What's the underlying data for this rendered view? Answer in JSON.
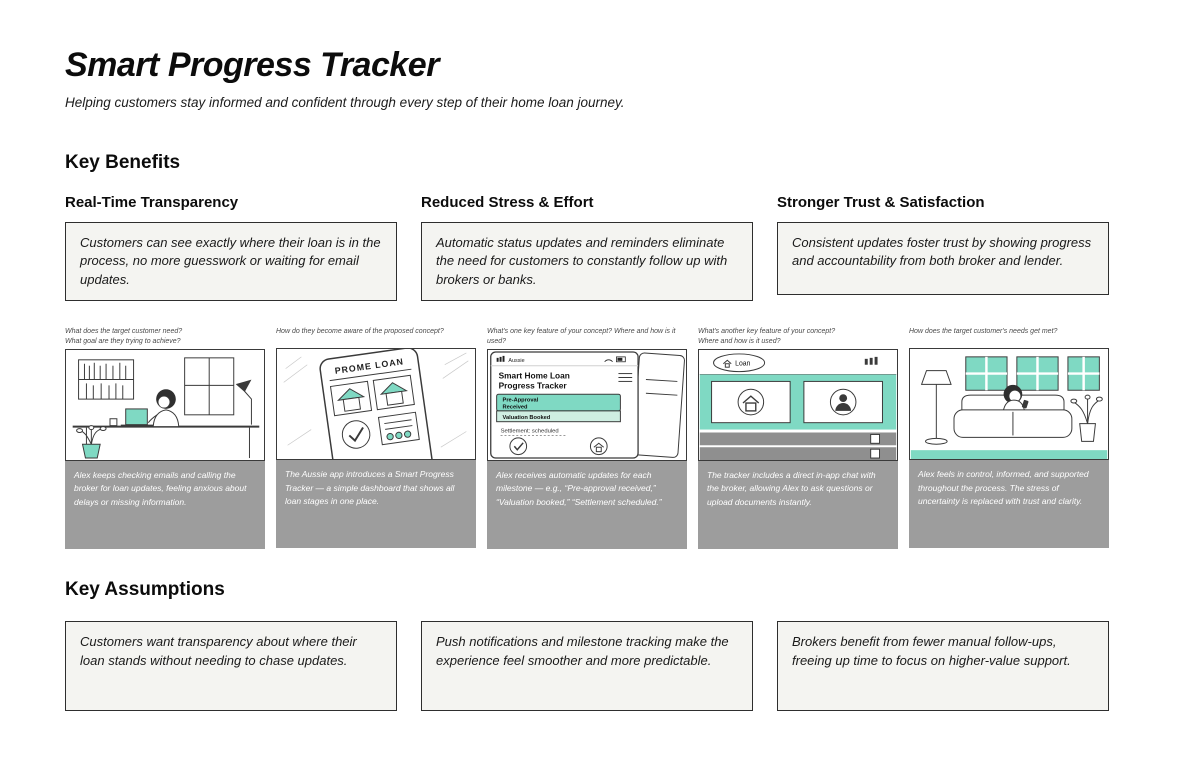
{
  "page": {
    "title": "Smart Progress Tracker",
    "subtitle": "Helping customers stay informed and confident through every step of their home loan journey."
  },
  "colors": {
    "accent_teal": "#7fd9c3",
    "caption_gray": "#9d9d9d"
  },
  "key_benefits": {
    "heading": "Key Benefits",
    "items": [
      {
        "title": "Real-Time Transparency",
        "text": "Customers can see exactly where their loan is in the process, no more guesswork or waiting for email updates."
      },
      {
        "title": "Reduced Stress & Effort",
        "text": "Automatic status updates and reminders eliminate the need for customers to constantly follow up with brokers or banks."
      },
      {
        "title": "Stronger Trust & Satisfaction",
        "text": "Consistent updates foster trust by showing progress and accountability from both broker and lender."
      }
    ]
  },
  "storyboard": {
    "panels": [
      {
        "question": "What does the target customer need?\nWhat goal are they trying to achieve?",
        "caption": "Alex keeps checking emails and calling the broker for loan updates, feeling anxious about delays or missing information."
      },
      {
        "question": "How do they become aware of the proposed concept?",
        "caption": "The Aussie app introduces a Smart Progress Tracker — a simple dashboard that shows all loan stages in one place."
      },
      {
        "question": "What's one key feature of your concept? Where and how is it used?",
        "caption": "Alex receives automatic updates for each milestone — e.g., “Pre-approval received,” “Valuation booked,” “Settlement scheduled.”"
      },
      {
        "question": "What's another key feature of your concept?\nWhere and how is it used?",
        "caption": "The tracker includes a direct in-app chat with the broker, allowing Alex to ask questions or upload documents instantly."
      },
      {
        "question": "How does the target customer's needs get met?",
        "caption": "Alex feels in control, informed, and supported throughout the process. The stress of uncertainty is replaced with trust and clarity."
      }
    ]
  },
  "illustrations": {
    "app_header": "PROME LOAN",
    "tracker": {
      "carrier": "Aussie",
      "title_line1": "Smart Home Loan",
      "title_line2": "Progress Tracker",
      "milestone1_line1": "Pre-Approval",
      "milestone1_line2": "Received",
      "milestone2": "Valuation Booked",
      "milestone3": "Settlement: scheduled"
    },
    "chat_label": "Loan"
  },
  "key_assumptions": {
    "heading": "Key Assumptions",
    "items": [
      {
        "text": "Customers want transparency about where their loan stands without needing to chase updates."
      },
      {
        "text": "Push notifications and milestone tracking make the experience feel smoother and more predictable."
      },
      {
        "text": "Brokers benefit from fewer manual follow-ups, freeing up time to focus on higher-value support."
      }
    ]
  }
}
